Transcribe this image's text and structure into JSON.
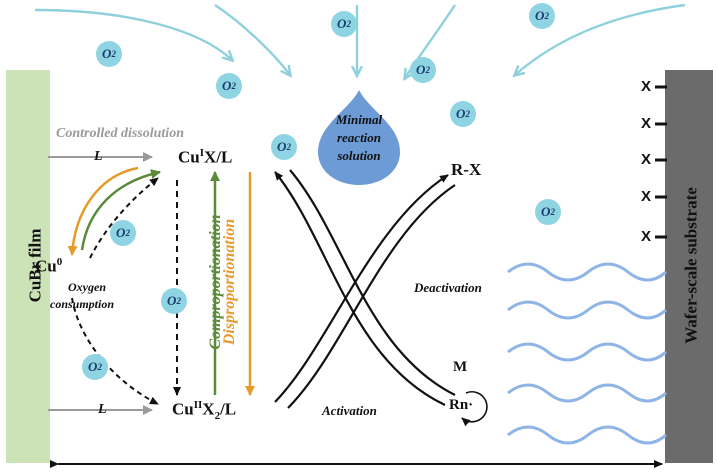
{
  "o2_label": "O",
  "o2_sub": "2",
  "cubr_film": "CuBr film",
  "substrate": "Wafer-scale substrate",
  "controlled_dissolution": "Controlled dissolution",
  "ligand": "L",
  "cu1": {
    "base": "Cu",
    "sup": "I",
    "rest": "X/L"
  },
  "cu2": {
    "base": "Cu",
    "sup": "II",
    "rest": "X",
    "sub": "2",
    "tail": "/L"
  },
  "cu0": {
    "base": "Cu",
    "sup": "0"
  },
  "oxygen_consumption_1": "Oxygen",
  "oxygen_consumption_2": "consumption",
  "comproportionation": "Comproportionation",
  "disproportionation": "Disproportionation",
  "minimal_1": "Minimal",
  "minimal_2": "reaction",
  "minimal_3": "solution",
  "rx": "R-X",
  "deactivation": "Deactivation",
  "activation": "Activation",
  "monomer": "M",
  "radical": "Rn·",
  "x_label": "X",
  "colors": {
    "film": "#cce3b8",
    "substrate": "#6b6b6b",
    "o2_fill": "#8fd4e3",
    "arrow_light": "#8fd0dc",
    "drop": "#6c9bd6",
    "wave": "#8fb4e6",
    "orange": "#e69a2a",
    "green": "#5b8a3a",
    "gray": "#9a9a9a"
  }
}
